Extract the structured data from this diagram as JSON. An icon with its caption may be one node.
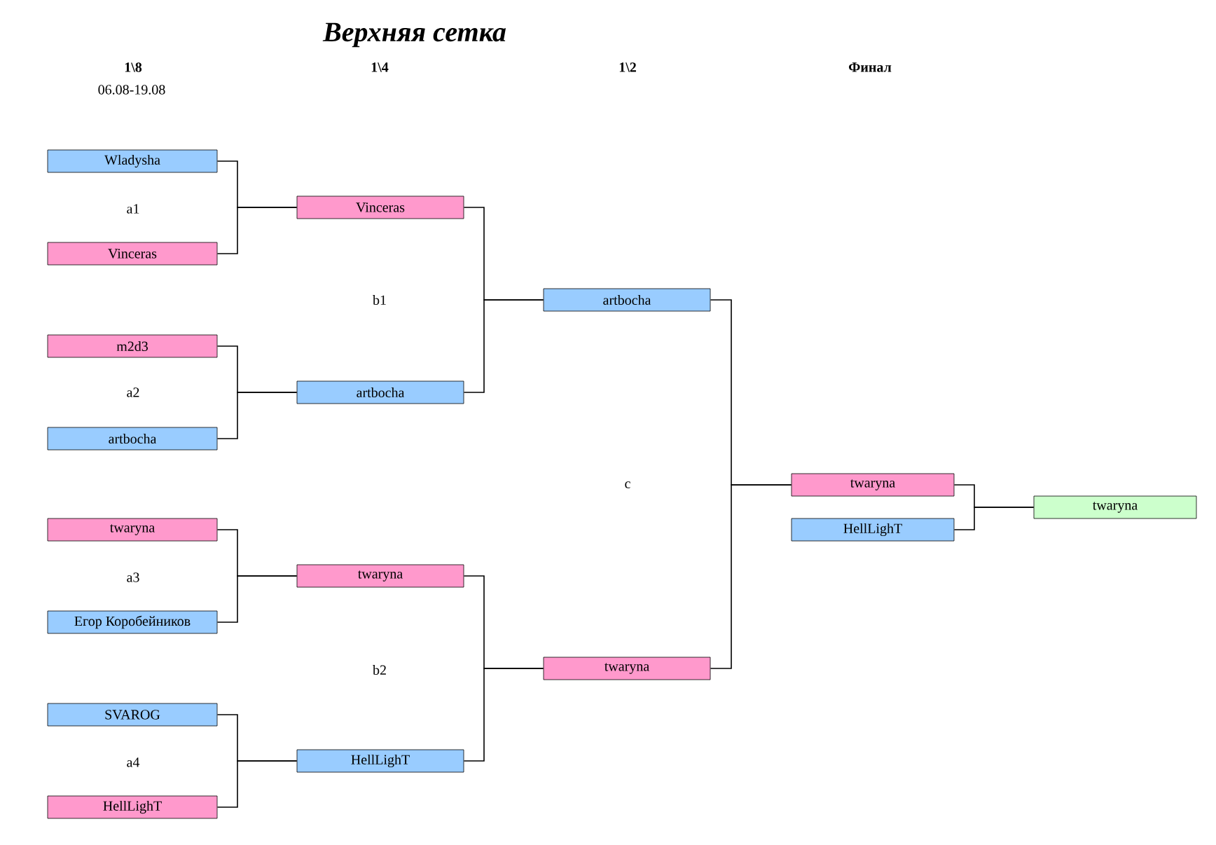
{
  "diagram": {
    "title": "Верхняя сетка",
    "nodes": [
      {
        "text": [
          "Wladysha"
        ]
      },
      {
        "text": [
          "Vinceras"
        ]
      },
      {
        "text": [
          "m2d3"
        ]
      },
      {
        "text": [
          "artbocha"
        ]
      },
      {
        "text": [
          "twaryna"
        ]
      },
      {
        "text": [
          "Егор Коробейников"
        ]
      },
      {
        "text": [
          "SVAROG"
        ]
      },
      {
        "text": [
          "HellLighT"
        ]
      },
      {
        "text": [
          "Vinceras"
        ]
      },
      {
        "text": [
          "artbocha"
        ]
      },
      {
        "text": [
          "twaryna"
        ]
      },
      {
        "text": [
          "HellLighT"
        ]
      },
      {
        "text": [
          "artbocha"
        ]
      },
      {
        "text": [
          "twaryna"
        ]
      },
      {
        "text": [
          "twaryna"
        ]
      },
      {
        "text": [
          "HellLighT"
        ]
      },
      {
        "text": [
          "twaryna"
        ]
      }
    ],
    "edges": [
      {
        "from": 0,
        "to": 8,
        "arrow": "none"
      },
      {
        "from": 1,
        "to": 8,
        "arrow": "none"
      },
      {
        "from": 2,
        "to": 9,
        "arrow": "none"
      },
      {
        "from": 3,
        "to": 9,
        "arrow": "none"
      },
      {
        "from": 4,
        "to": 10,
        "arrow": "none"
      },
      {
        "from": 5,
        "to": 10,
        "arrow": "none"
      },
      {
        "from": 6,
        "to": 11,
        "arrow": "none"
      },
      {
        "from": 7,
        "to": 11,
        "arrow": "none"
      },
      {
        "from": 8,
        "to": 12,
        "arrow": "none"
      },
      {
        "from": 9,
        "to": 12,
        "arrow": "none"
      },
      {
        "from": 10,
        "to": 13,
        "arrow": "none"
      },
      {
        "from": 11,
        "to": 13,
        "arrow": "none"
      },
      {
        "from": 12,
        "to": 14,
        "arrow": "none"
      },
      {
        "from": 13,
        "to": 14,
        "arrow": "none"
      },
      {
        "from": 14,
        "to": 16,
        "arrow": "none"
      },
      {
        "from": 15,
        "to": 16,
        "arrow": "none"
      }
    ],
    "labels": [
      "1\\8",
      "1\\4",
      "1\\2",
      "Финал",
      "06.08-19.08",
      "a1",
      "b1",
      "a2",
      "c",
      "a3",
      "b2",
      "a4"
    ]
  }
}
